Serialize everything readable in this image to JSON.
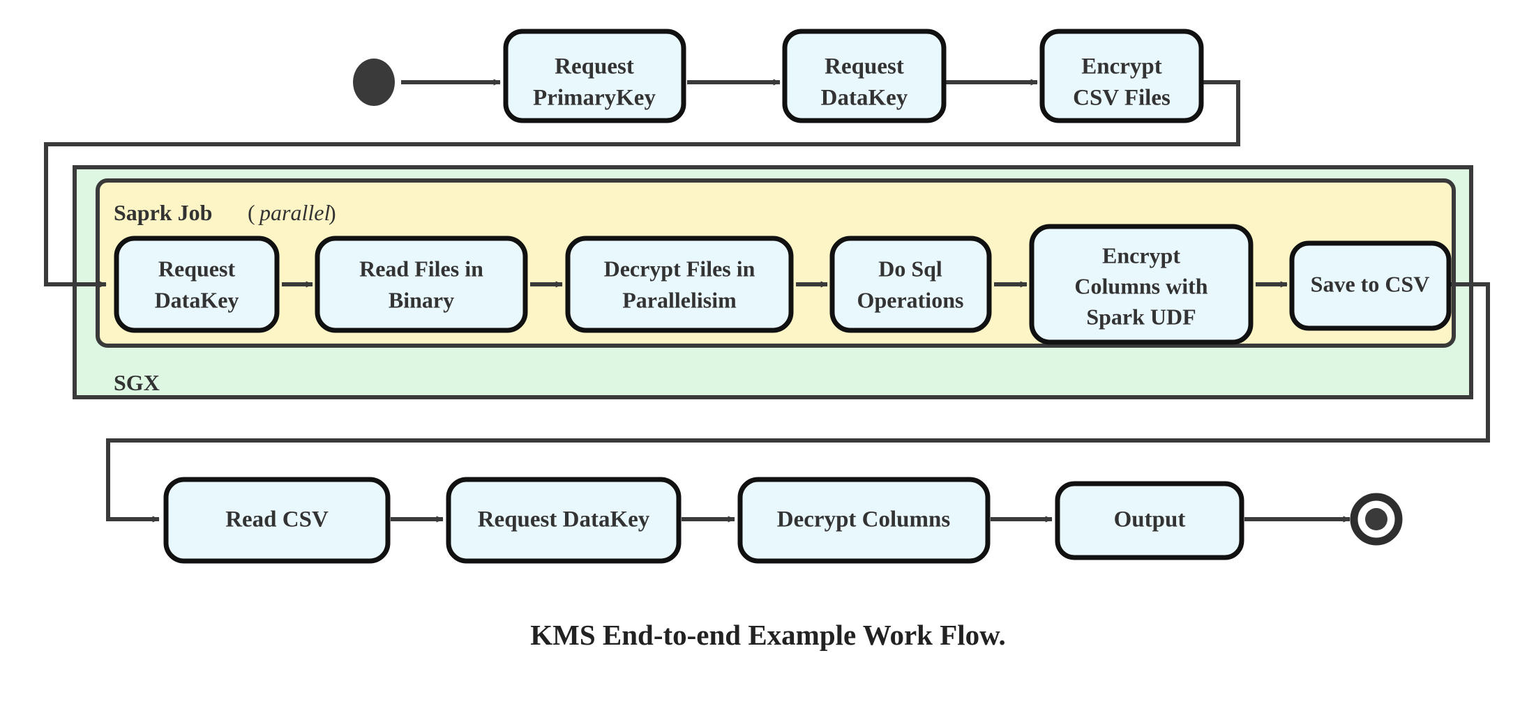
{
  "diagram": {
    "title": "KMS End-to-end Example Work Flow.",
    "colors": {
      "node_fill": "#e9f8fd",
      "node_stroke": "#111111",
      "outer_group_fill": "#ddf7e3",
      "outer_group_stroke": "#3a3a3a",
      "inner_group_fill": "#fdf5c5",
      "inner_group_stroke": "#3a3a3a",
      "edge": "#3a3a3a",
      "text": "#333333",
      "start_node": "#3a3a3a",
      "end_node": "#3a3a3a",
      "page_background": "#ffffff"
    },
    "groups": {
      "outer": {
        "name": "SGX",
        "label": "SGX"
      },
      "inner": {
        "name": "Saprk Job",
        "label": "Saprk Job",
        "modifier": "parallel",
        "modifier_open": "(",
        "modifier_close": ")"
      }
    },
    "start_node": {
      "name": "start",
      "shape": "filled-circle"
    },
    "end_node": {
      "name": "end",
      "shape": "double-circle"
    },
    "rows": {
      "top": {
        "name": "initial-key-setup-row",
        "nodes": [
          {
            "id": "request-primarykey",
            "lines": [
              "Request",
              "PrimaryKey"
            ]
          },
          {
            "id": "request-datakey-top",
            "lines": [
              "Request",
              "DataKey"
            ]
          },
          {
            "id": "encrypt-csv-files",
            "lines": [
              "Encrypt",
              "CSV Files"
            ]
          }
        ]
      },
      "spark": {
        "name": "spark-job-row",
        "nodes": [
          {
            "id": "request-datakey-spark",
            "lines": [
              "Request",
              "DataKey"
            ]
          },
          {
            "id": "read-files-in-binary",
            "lines": [
              "Read Files in",
              "Binary"
            ]
          },
          {
            "id": "decrypt-files-in-parallelisim",
            "lines": [
              "Decrypt Files in",
              "Parallelisim"
            ]
          },
          {
            "id": "do-sql-operations",
            "lines": [
              "Do Sql",
              "Operations"
            ]
          },
          {
            "id": "encrypt-columns-with-spark-udf",
            "lines": [
              "Encrypt",
              "Columns with",
              "Spark UDF"
            ]
          },
          {
            "id": "save-to-csv",
            "lines": [
              "Save to CSV"
            ]
          }
        ]
      },
      "bottom": {
        "name": "consumer-row",
        "nodes": [
          {
            "id": "read-csv",
            "lines": [
              "Read CSV"
            ]
          },
          {
            "id": "request-datakey-bottom",
            "lines": [
              "Request DataKey"
            ]
          },
          {
            "id": "decrypt-columns",
            "lines": [
              "Decrypt Columns"
            ]
          },
          {
            "id": "output",
            "lines": [
              "Output"
            ]
          }
        ]
      }
    },
    "edges": [
      {
        "from": "start",
        "to": "request-primarykey"
      },
      {
        "from": "request-primarykey",
        "to": "request-datakey-top"
      },
      {
        "from": "request-datakey-top",
        "to": "encrypt-csv-files"
      },
      {
        "from": "encrypt-csv-files",
        "to": "request-datakey-spark",
        "routing": "right-down-left-in"
      },
      {
        "from": "request-datakey-spark",
        "to": "read-files-in-binary"
      },
      {
        "from": "read-files-in-binary",
        "to": "decrypt-files-in-parallelisim"
      },
      {
        "from": "decrypt-files-in-parallelisim",
        "to": "do-sql-operations"
      },
      {
        "from": "do-sql-operations",
        "to": "encrypt-columns-with-spark-udf"
      },
      {
        "from": "encrypt-columns-with-spark-udf",
        "to": "save-to-csv"
      },
      {
        "from": "save-to-csv",
        "to": "read-csv",
        "routing": "right-down-left-in"
      },
      {
        "from": "read-csv",
        "to": "request-datakey-bottom"
      },
      {
        "from": "request-datakey-bottom",
        "to": "decrypt-columns"
      },
      {
        "from": "decrypt-columns",
        "to": "output"
      },
      {
        "from": "output",
        "to": "end"
      }
    ]
  }
}
